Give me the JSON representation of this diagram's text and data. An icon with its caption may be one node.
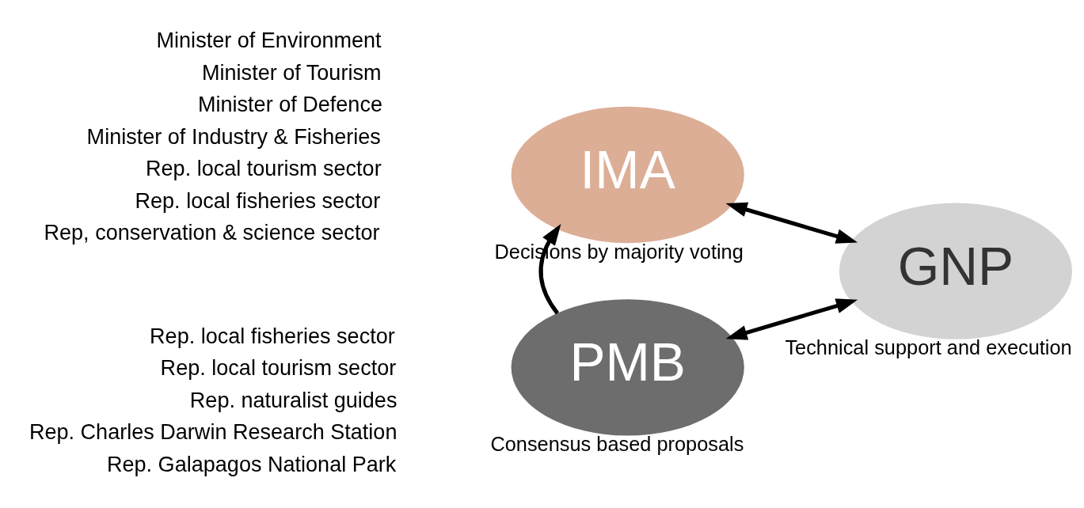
{
  "diagram": {
    "nodes": [
      {
        "text": [
          "IMA"
        ],
        "beside": [
          "Decisions by majority voting"
        ]
      },
      {
        "text": [
          "GNP"
        ],
        "beside": [
          "Technical support and execution"
        ]
      },
      {
        "text": [
          "PMB"
        ],
        "beside": [
          "Consensus based proposals"
        ]
      }
    ],
    "edges": [
      {
        "from": 2,
        "to": 0,
        "arrow": "to"
      },
      {
        "from": 0,
        "to": 1,
        "arrow": "both"
      },
      {
        "from": 2,
        "to": 1,
        "arrow": "both"
      }
    ],
    "labels": [
      "Minister of Environment",
      "Minister of Tourism",
      "Minister of Defence",
      "Minister of Industry & Fisheries",
      "Rep. local tourism sector",
      "Rep. local fisheries sector",
      "Rep, conservation & science sector",
      "Rep. local fisheries sector",
      "Rep. local tourism sector",
      "Rep. naturalist guides",
      "Rep. Charles Darwin Research Station",
      "Rep. Galapagos National Park"
    ]
  }
}
